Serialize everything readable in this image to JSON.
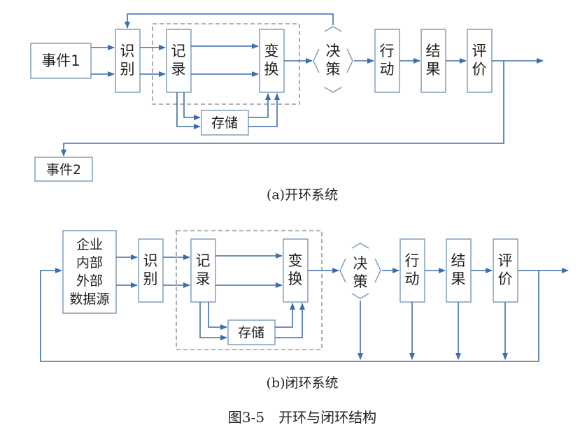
{
  "colors": {
    "line": "#3f6fa8",
    "box": "#8aa4bf",
    "dashed": "#9a9a9a",
    "text": "#222222"
  },
  "open_system": {
    "event1": "事件1",
    "identify": [
      "识",
      "别"
    ],
    "record": [
      "记",
      "录"
    ],
    "transform": [
      "变",
      "换"
    ],
    "decide": [
      "决",
      "策"
    ],
    "action": [
      "行",
      "动"
    ],
    "result": [
      "结",
      "果"
    ],
    "evaluate": [
      "评",
      "价"
    ],
    "storage": "存储",
    "event2": "事件2",
    "caption": "(a)开环系统"
  },
  "closed_system": {
    "source": [
      "企业",
      "内部",
      "外部",
      "数据源"
    ],
    "identify": [
      "识",
      "别"
    ],
    "record": [
      "记",
      "录"
    ],
    "transform": [
      "变",
      "换"
    ],
    "decide": [
      "决",
      "策"
    ],
    "action": [
      "行",
      "动"
    ],
    "result": [
      "结",
      "果"
    ],
    "evaluate": [
      "评",
      "价"
    ],
    "storage": "存储",
    "caption": "(b)闭环系统"
  },
  "figure_caption": "图3-5　开环与闭环结构"
}
